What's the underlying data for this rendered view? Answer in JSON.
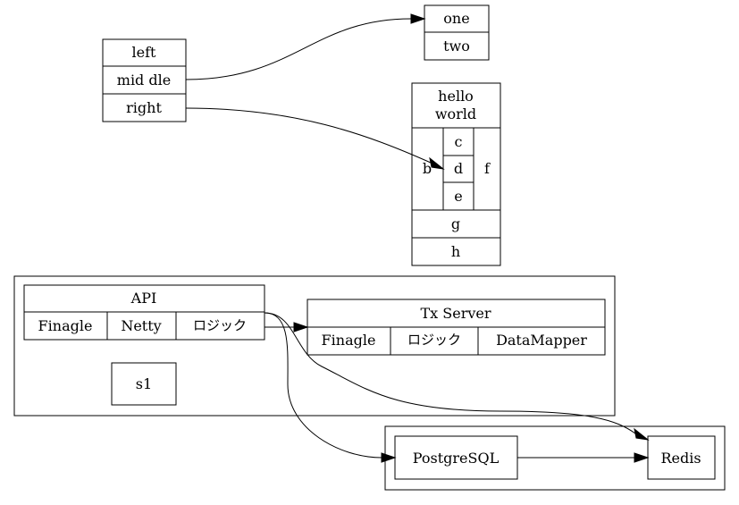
{
  "struct1": {
    "left": "left",
    "mid": "mid dle",
    "right": "right"
  },
  "struct2": {
    "one": "one",
    "two": "two"
  },
  "struct3": {
    "hello_line1": "hello",
    "hello_line2": "world",
    "b": "b",
    "c": "c",
    "d": "d",
    "e": "e",
    "f": "f",
    "g": "g",
    "h": "h"
  },
  "api": {
    "title": "API",
    "finagle": "Finagle",
    "netty": "Netty",
    "logic": "ロジック"
  },
  "s1": "s1",
  "tx_server": {
    "title": "Tx Server",
    "finagle": "Finagle",
    "logic": "ロジック",
    "datamapper": "DataMapper"
  },
  "postgresql": "PostgreSQL",
  "redis": "Redis"
}
